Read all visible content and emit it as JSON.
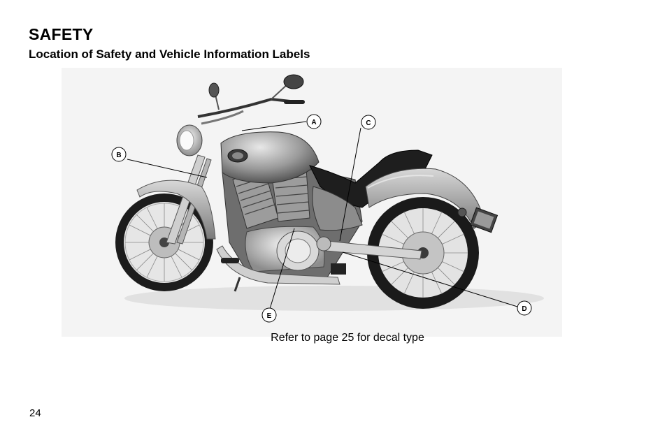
{
  "header": {
    "title": "SAFETY",
    "subtitle": "Location of Safety and Vehicle Information Labels"
  },
  "figure": {
    "description_image": "motorcycle-photo",
    "callouts": [
      "A",
      "B",
      "C",
      "D",
      "E"
    ]
  },
  "caption": "Refer to page 25 for decal type",
  "footer": {
    "page_number": "24"
  }
}
